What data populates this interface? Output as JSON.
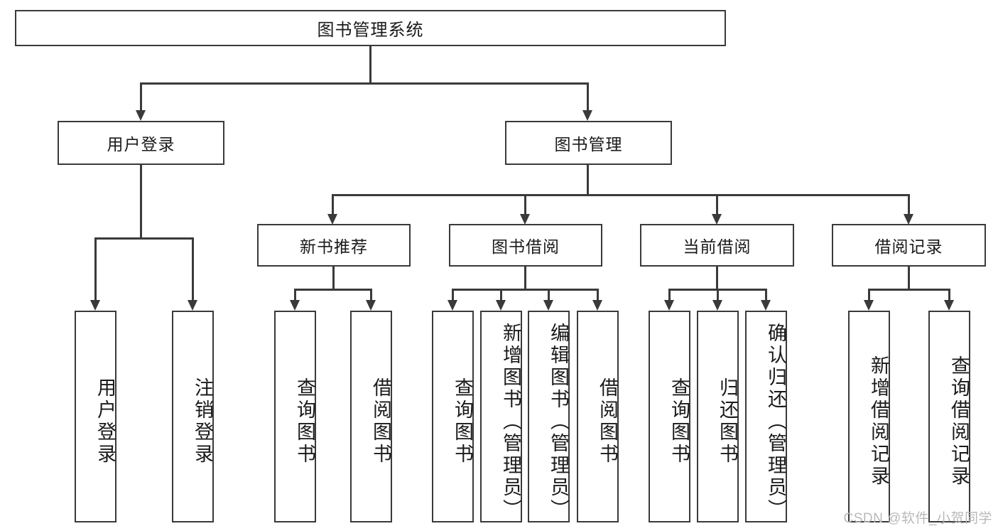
{
  "diagram": {
    "type": "tree",
    "title": "图书管理系统",
    "watermark": "CSDN @软件_小贺同学",
    "colors": {
      "stroke": "#3a3a3a",
      "fill": "#ffffff",
      "text": "#1a1a1a",
      "watermark": "#b9b9b9"
    },
    "root": {
      "label": "图书管理系统"
    },
    "level2": [
      {
        "label": "用户登录"
      },
      {
        "label": "图书管理"
      }
    ],
    "level3": [
      {
        "label": "新书推荐"
      },
      {
        "label": "图书借阅"
      },
      {
        "label": "当前借阅"
      },
      {
        "label": "借阅记录"
      }
    ],
    "leaves": {
      "user_login": [
        {
          "label": "用户登录"
        },
        {
          "label": "注销登录"
        }
      ],
      "new_book": [
        {
          "label": "查询图书"
        },
        {
          "label": "借阅图书"
        }
      ],
      "book_borrow": [
        {
          "label": "查询图书"
        },
        {
          "label": "新增图书（管理员）"
        },
        {
          "label": "编辑图书（管理员）"
        },
        {
          "label": "借阅图书"
        }
      ],
      "current_borrow": [
        {
          "label": "查询图书"
        },
        {
          "label": "归还图书"
        },
        {
          "label": "确认归还（管理员）"
        }
      ],
      "borrow_record": [
        {
          "label": "新增借阅记录"
        },
        {
          "label": "查询借阅记录"
        }
      ]
    }
  }
}
